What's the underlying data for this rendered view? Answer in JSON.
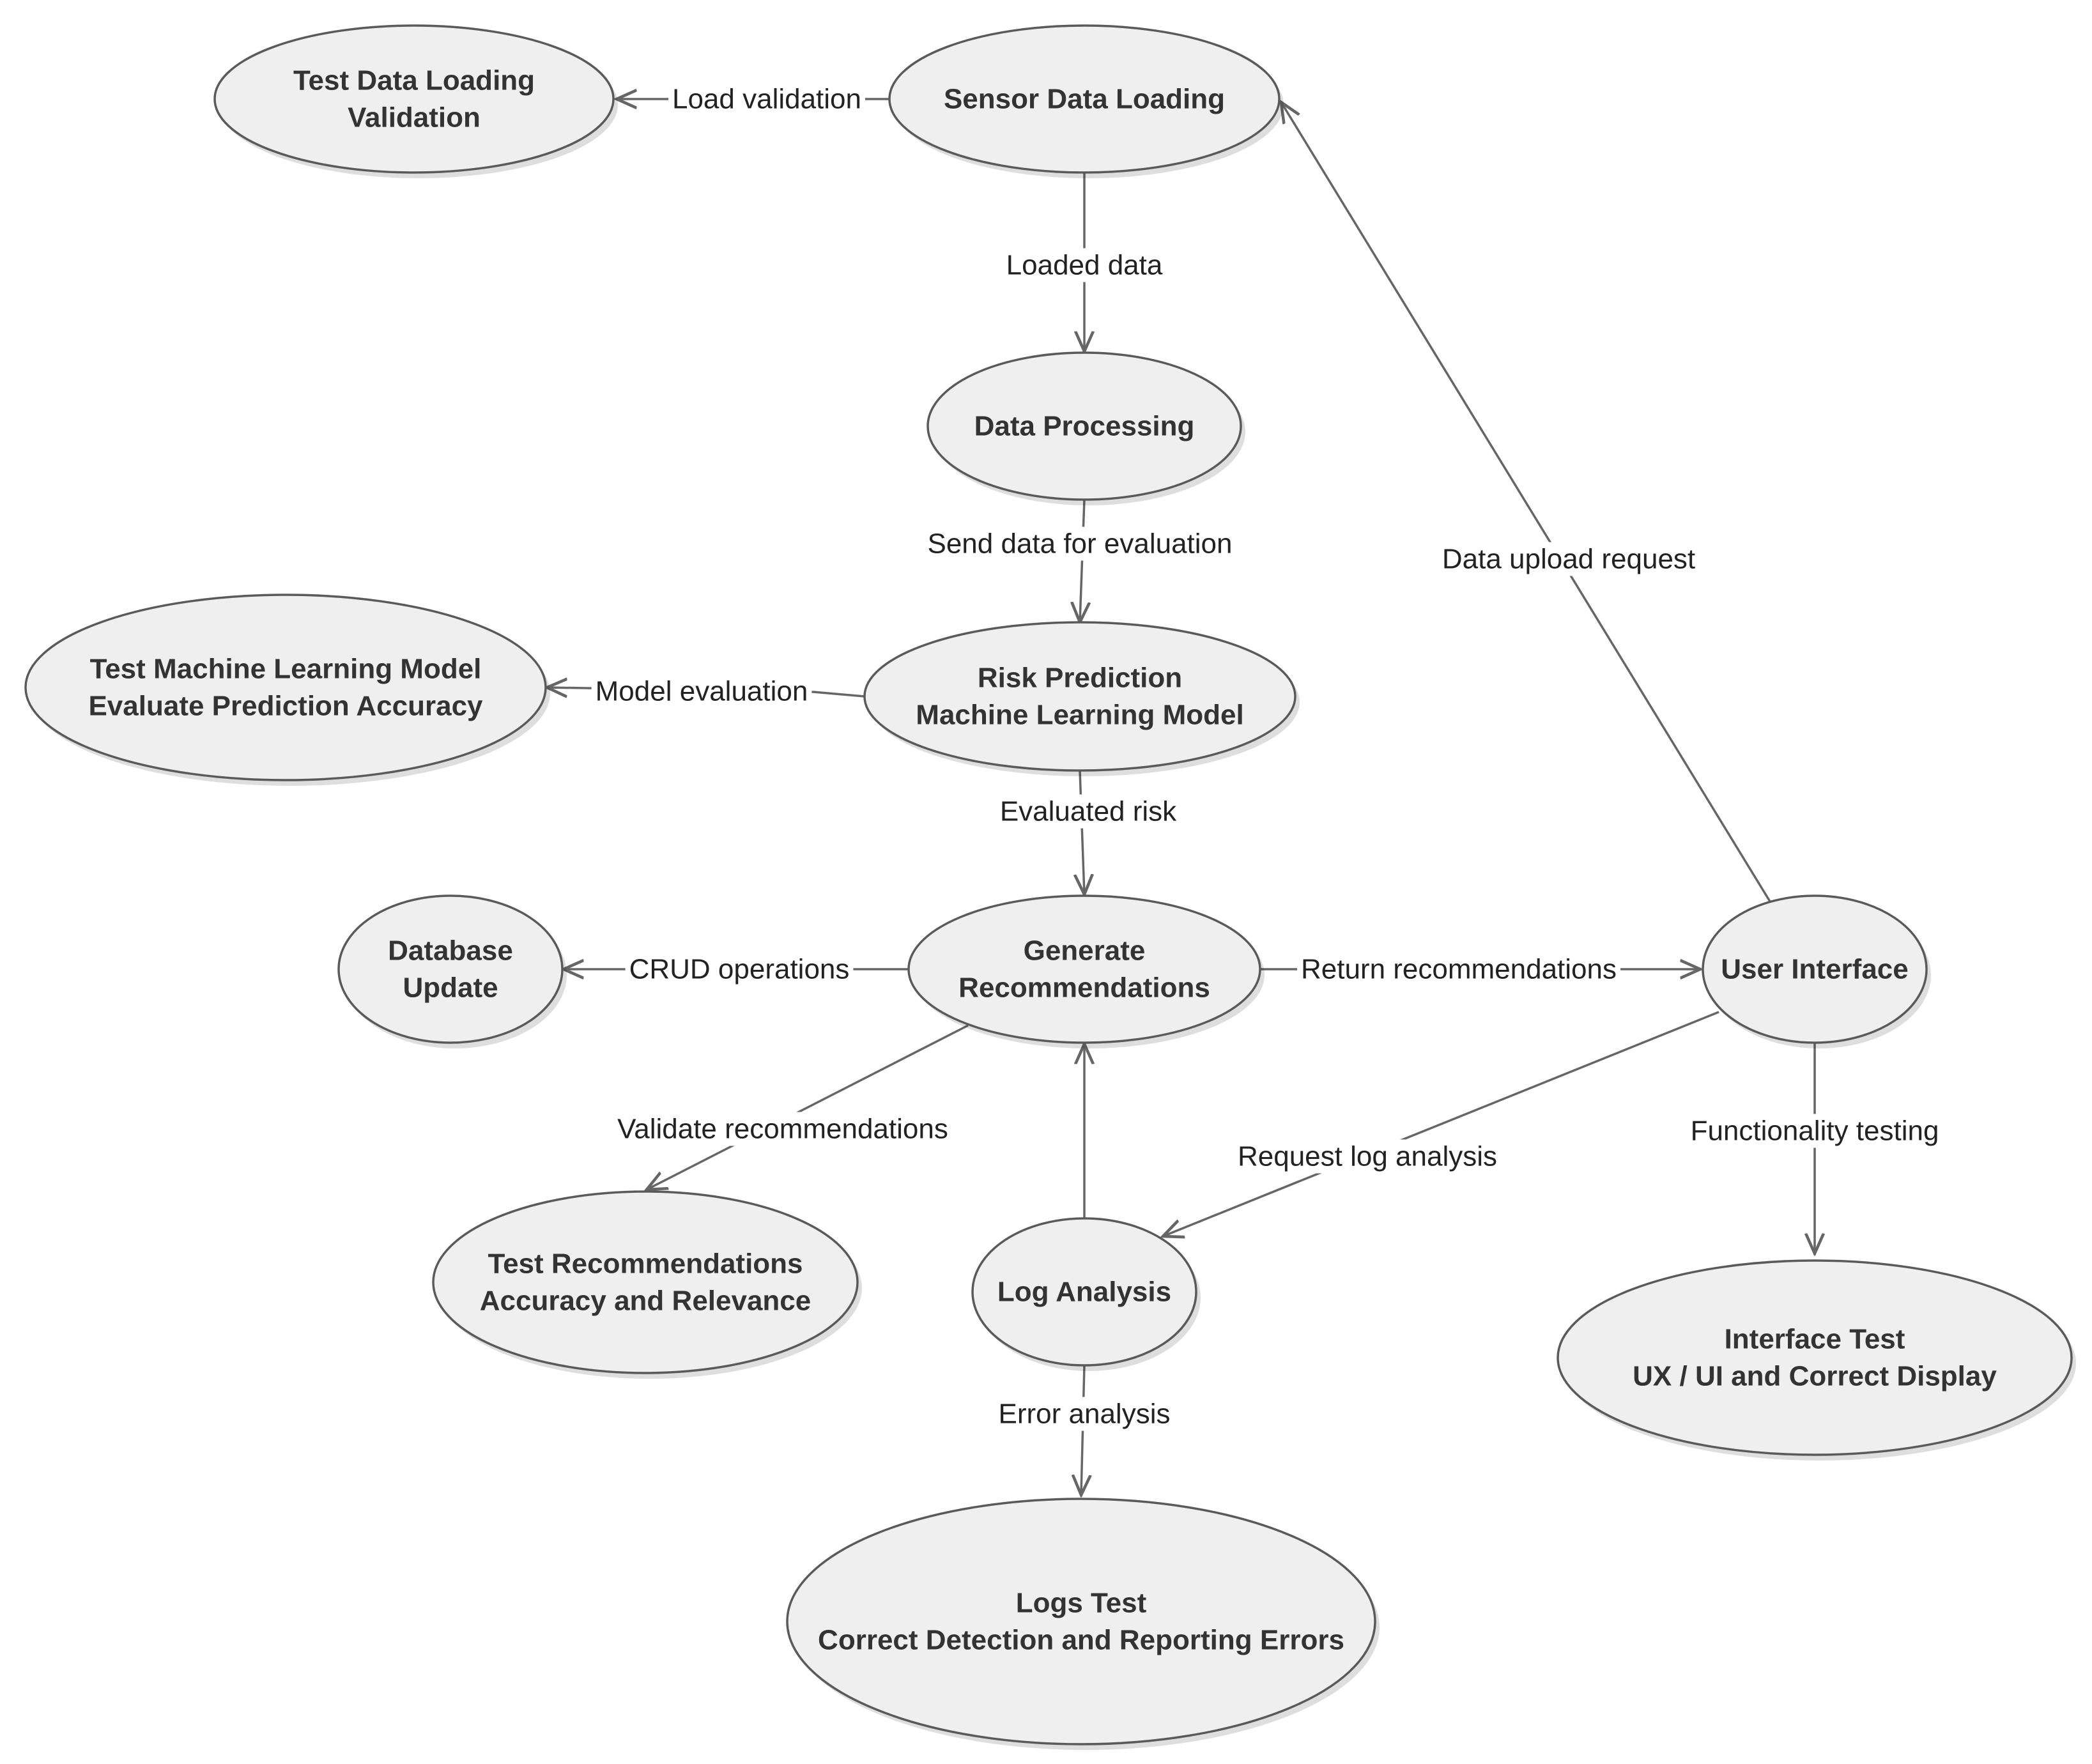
{
  "diagram": {
    "nodes": {
      "test_loading": {
        "lines": [
          "Test Data Loading",
          "Validation"
        ]
      },
      "sensor": {
        "lines": [
          "Sensor Data Loading"
        ]
      },
      "processing": {
        "lines": [
          "Data Processing"
        ]
      },
      "test_ml": {
        "lines": [
          "Test Machine Learning Model",
          "Evaluate Prediction Accuracy"
        ]
      },
      "risk": {
        "lines": [
          "Risk Prediction",
          "Machine Learning Model"
        ]
      },
      "database": {
        "lines": [
          "Database",
          "Update"
        ]
      },
      "generate": {
        "lines": [
          "Generate",
          "Recommendations"
        ]
      },
      "ui": {
        "lines": [
          "User Interface"
        ]
      },
      "test_rec": {
        "lines": [
          "Test Recommendations",
          "Accuracy and Relevance"
        ]
      },
      "log": {
        "lines": [
          "Log Analysis"
        ]
      },
      "interface_test": {
        "lines": [
          "Interface Test",
          "UX / UI and Correct Display"
        ]
      },
      "logs_test": {
        "lines": [
          "Logs Test",
          "Correct Detection and Reporting Errors"
        ]
      }
    },
    "edges": {
      "load_validation": {
        "from": "sensor",
        "to": "test_loading",
        "label": "Load validation"
      },
      "loaded_data": {
        "from": "sensor",
        "to": "processing",
        "label": "Loaded data"
      },
      "send_eval": {
        "from": "processing",
        "to": "risk",
        "label": "Send data for evaluation"
      },
      "model_eval": {
        "from": "risk",
        "to": "test_ml",
        "label": "Model evaluation"
      },
      "evaluated_risk": {
        "from": "risk",
        "to": "generate",
        "label": "Evaluated risk"
      },
      "crud": {
        "from": "generate",
        "to": "database",
        "label": "CRUD operations"
      },
      "return_rec": {
        "from": "generate",
        "to": "ui",
        "label": "Return recommendations"
      },
      "data_upload": {
        "from": "ui",
        "to": "sensor",
        "label": "Data upload request"
      },
      "validate_rec": {
        "from": "generate",
        "to": "test_rec",
        "label": "Validate recommendations"
      },
      "request_log": {
        "from": "ui",
        "to": "log",
        "label": "Request log analysis"
      },
      "log_to_generate": {
        "from": "log",
        "to": "generate",
        "label": ""
      },
      "functionality": {
        "from": "ui",
        "to": "interface_test",
        "label": "Functionality testing"
      },
      "error_analysis": {
        "from": "log",
        "to": "logs_test",
        "label": "Error analysis"
      }
    }
  }
}
